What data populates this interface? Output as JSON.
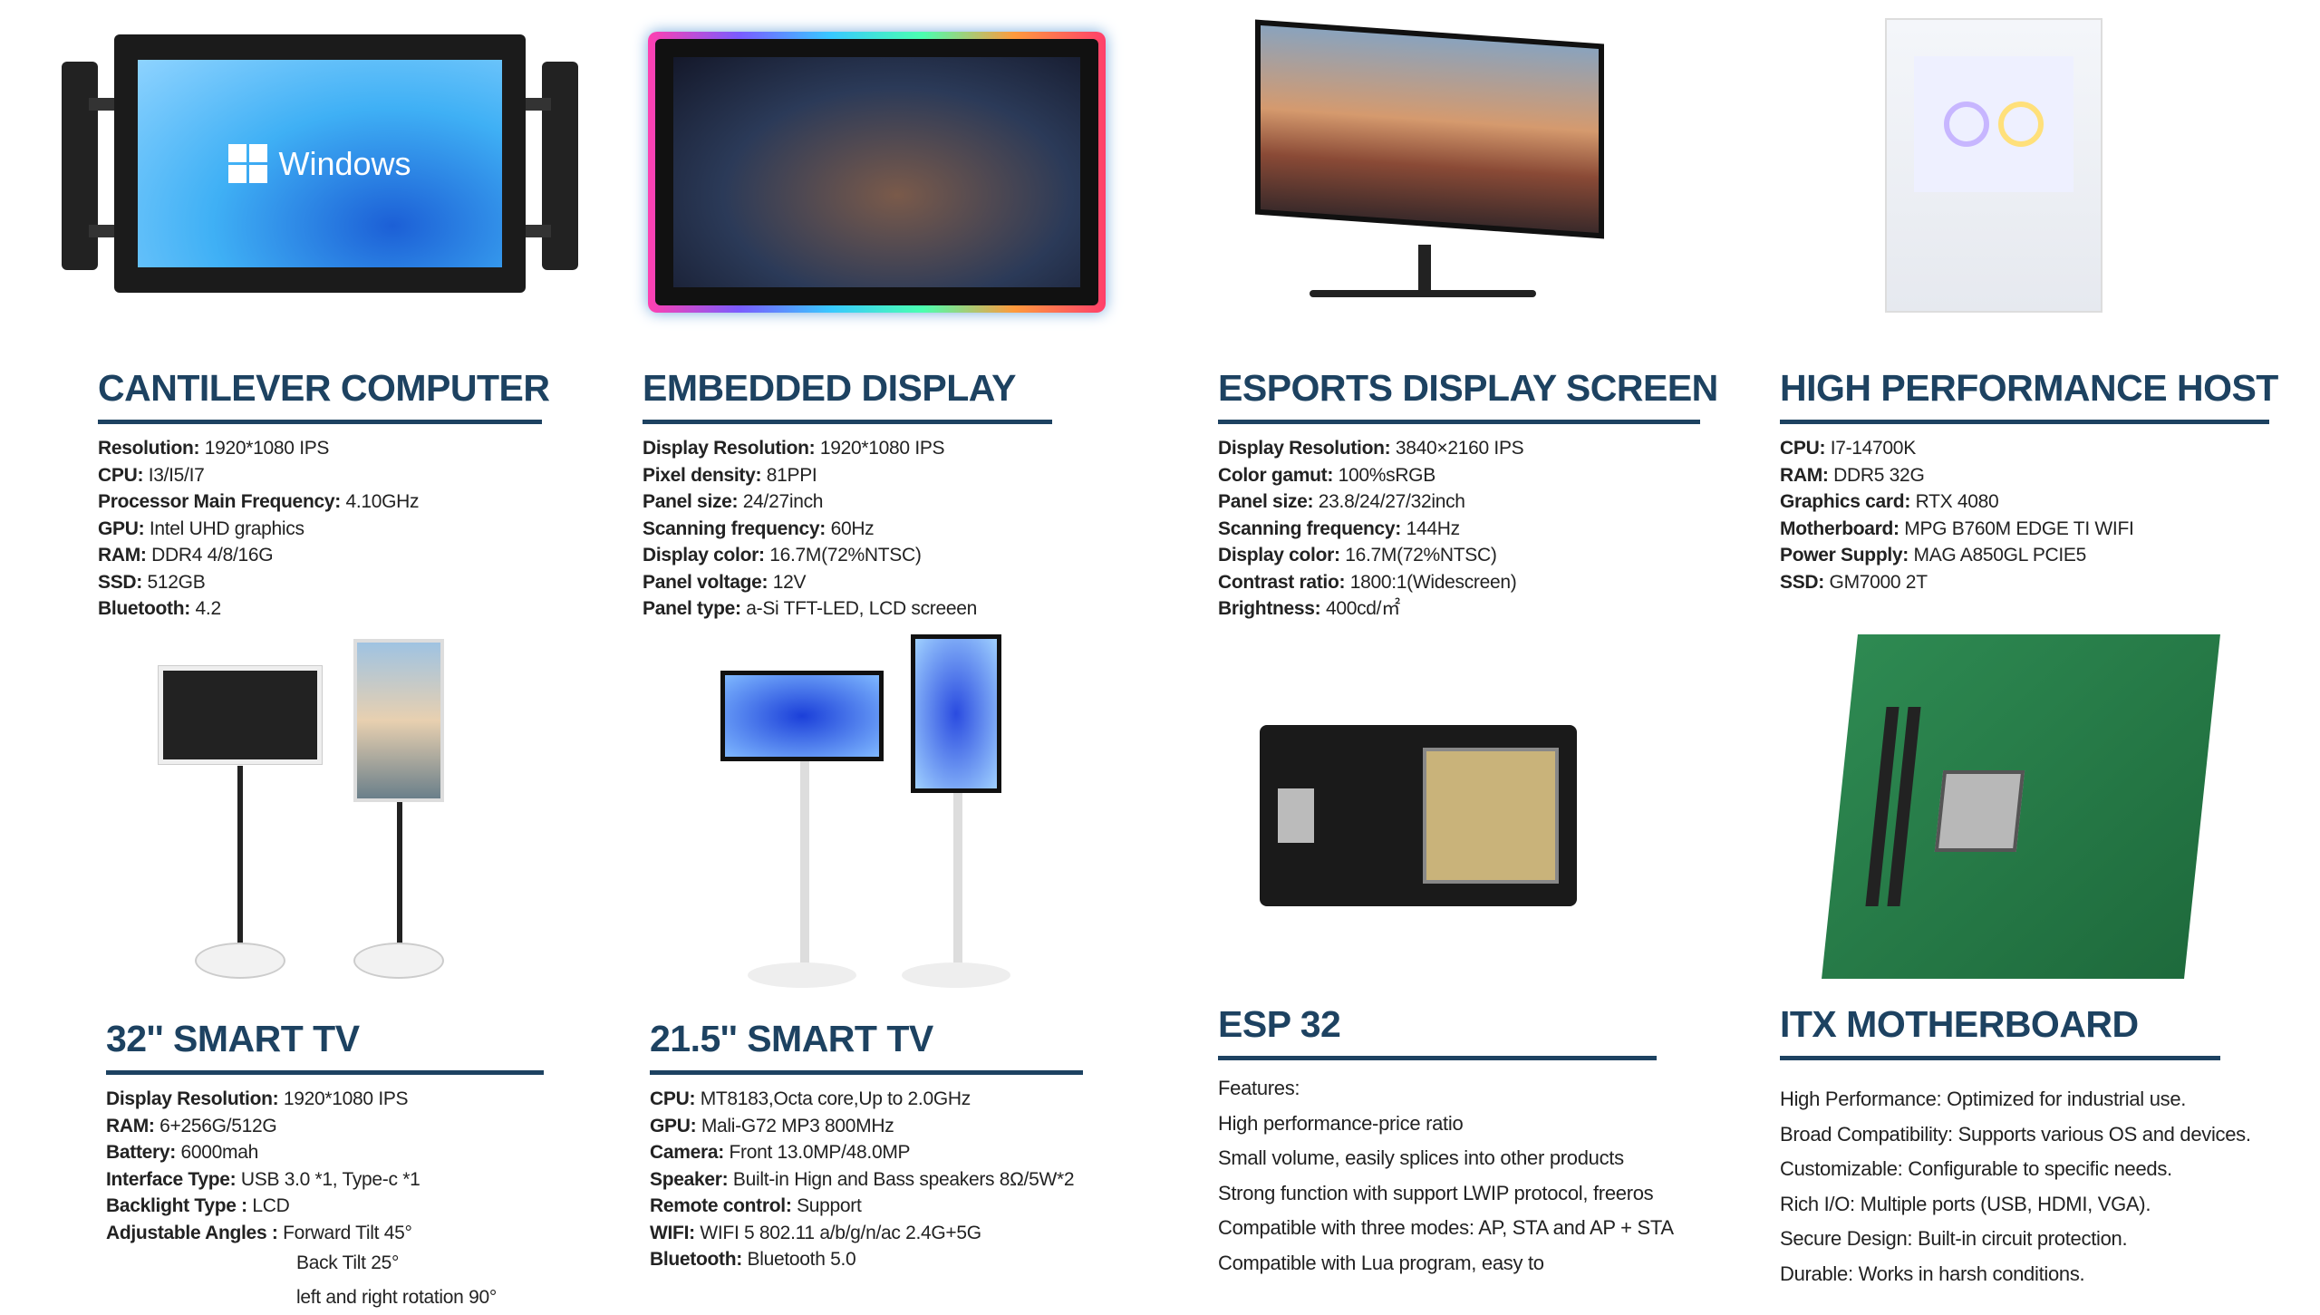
{
  "colors": {
    "heading": "#1d4261",
    "text": "#222222"
  },
  "products": [
    {
      "id": "cantilever",
      "title": "CANTILEVER COMPUTER",
      "screen_text": "Windows",
      "specs": [
        {
          "k": "Resolution:",
          "v": "1920*1080 IPS"
        },
        {
          "k": "CPU:",
          "v": "I3/I5/I7"
        },
        {
          "k": "Processor Main Frequency:",
          "v": "4.10GHz"
        },
        {
          "k": "GPU:",
          "v": "Intel UHD graphics"
        },
        {
          "k": "RAM:",
          "v": "DDR4  4/8/16G"
        },
        {
          "k": "SSD:",
          "v": "512GB"
        },
        {
          "k": "Bluetooth:",
          "v": "4.2"
        }
      ]
    },
    {
      "id": "embedded",
      "title": "EMBEDDED DISPLAY",
      "specs": [
        {
          "k": "Display Resolution:",
          "v": "1920*1080 IPS"
        },
        {
          "k": "Pixel density:",
          "v": "81PPI"
        },
        {
          "k": "Panel size:",
          "v": "24/27inch"
        },
        {
          "k": "Scanning frequency:",
          "v": "60Hz"
        },
        {
          "k": "Display color:",
          "v": "16.7M(72%NTSC)"
        },
        {
          "k": "Panel voltage:",
          "v": "12V"
        },
        {
          "k": "Panel type:",
          "v": "a-Si TFT-LED, LCD screeen"
        }
      ]
    },
    {
      "id": "esports",
      "title": "ESPORTS DISPLAY SCREEN",
      "specs": [
        {
          "k": "Display Resolution:",
          "v": "3840×2160 IPS"
        },
        {
          "k": "Color gamut:",
          "v": "100%sRGB"
        },
        {
          "k": "Panel size:",
          "v": "23.8/24/27/32inch"
        },
        {
          "k": "Scanning frequency:",
          "v": "144Hz"
        },
        {
          "k": "Display color:",
          "v": "16.7M(72%NTSC)"
        },
        {
          "k": "Contrast ratio:",
          "v": "1800:1(Widescreen)"
        },
        {
          "k": "Brightness:",
          "v": "400cd/㎡"
        }
      ]
    },
    {
      "id": "host",
      "title": "HIGH PERFORMANCE HOST",
      "specs": [
        {
          "k": "CPU:",
          "v": "I7-14700K"
        },
        {
          "k": "RAM:",
          "v": "DDR5  32G"
        },
        {
          "k": "Graphics card:",
          "v": "RTX 4080"
        },
        {
          "k": "Motherboard:",
          "v": "MPG B760M EDGE TI WIFI"
        },
        {
          "k": "Power Supply:",
          "v": "MAG A850GL PCIE5"
        },
        {
          "k": "SSD:",
          "v": "GM7000 2T"
        }
      ]
    },
    {
      "id": "tv32",
      "title": "32'' SMART TV",
      "specs": [
        {
          "k": "Display Resolution:",
          "v": "1920*1080 IPS"
        },
        {
          "k": "RAM:",
          "v": "6+256G/512G"
        },
        {
          "k": "Battery:",
          "v": "6000mah"
        },
        {
          "k": "Interface Type:",
          "v": "USB 3.0 *1,  Type-c *1"
        },
        {
          "k": "Backlight Type :",
          "v": "LCD"
        },
        {
          "k": "Adjustable  Angles :",
          "v": "Forward Tilt 45°"
        }
      ],
      "extra": [
        "Back Tilt 25°",
        "left and right rotation 90°"
      ]
    },
    {
      "id": "tv215",
      "title": "21.5'' SMART TV",
      "specs": [
        {
          "k": "CPU:",
          "v": "MT8183,Octa core,Up to 2.0GHz"
        },
        {
          "k": "GPU:",
          "v": "Mali-G72 MP3 800MHz"
        },
        {
          "k": "Camera:",
          "v": "Front 13.0MP/48.0MP"
        },
        {
          "k": "Speaker:",
          "v": "Built-in Hign and Bass speakers 8Ω/5W*2"
        },
        {
          "k": "Remote control:",
          "v": "Support"
        },
        {
          "k": "WIFI:",
          "v": "WIFI 5 802.11 a/b/g/n/ac 2.4G+5G"
        },
        {
          "k": "Bluetooth:",
          "v": "Bluetooth 5.0"
        }
      ]
    },
    {
      "id": "esp32",
      "title": "ESP 32",
      "features": [
        "Features:",
        "High performance-price ratio",
        "Small volume, easily splices into other products",
        "Strong function with support LWIP protocol, freeros",
        "Compatible with three modes: AP, STA and AP + STA",
        "Compatible with Lua program, easy to"
      ]
    },
    {
      "id": "itx",
      "title": "ITX MOTHERBOARD",
      "features": [
        "High Performance: Optimized for industrial use.",
        "Broad Compatibility: Supports various OS and devices.",
        "Customizable: Configurable to specific needs.",
        "Rich I/O: Multiple ports (USB, HDMI, VGA).",
        "Secure Design: Built-in circuit protection.",
        "Durable: Works in harsh conditions."
      ]
    }
  ]
}
